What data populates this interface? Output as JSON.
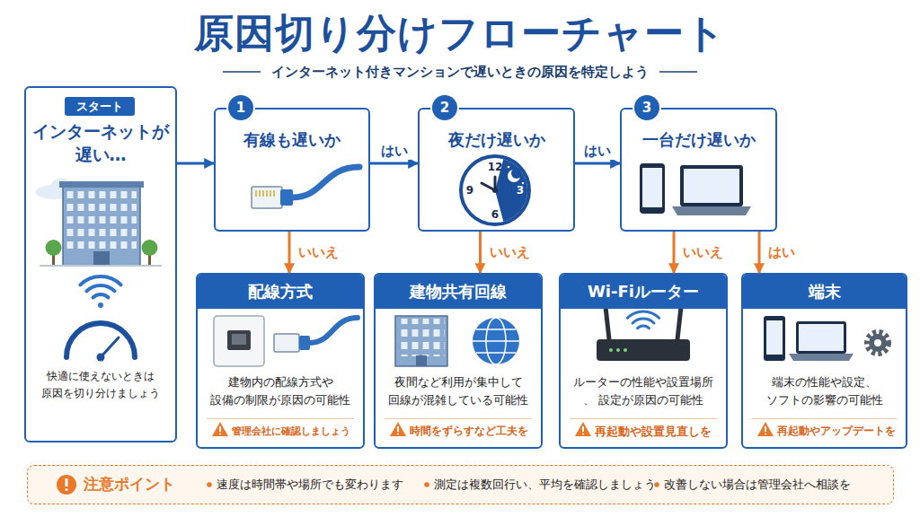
{
  "diagram": {
    "title": "原因切り分けフローチャート",
    "caption": "インターネット付きマンションで遅いときの原因を特定しよう",
    "nodes": [
      {
        "text": [
          "インターネットが 遅い…",
          "快適に使えないときは 原因を切り分けましょう"
        ]
      },
      {
        "text": [
          "スタート"
        ],
        "in": 0
      },
      {
        "text": [
          "有線も遅いか"
        ]
      },
      {
        "text": [
          "1"
        ],
        "in": 2
      },
      {
        "text": [
          "夜だけ遅いか"
        ]
      },
      {
        "text": [
          "2"
        ],
        "in": 4
      },
      {
        "text": [
          "一台だけ遅いか"
        ]
      },
      {
        "text": [
          "3"
        ],
        "in": 6
      },
      {
        "text": [
          "配線方式",
          "建物内の配線方式や 設備の制限が原因の可能性",
          "管理会社に確認しましょう"
        ]
      },
      {
        "text": [
          "建物共有回線",
          "夜間など利用が集中して 回線が混雑している可能性",
          "時間をずらすなど工夫を"
        ]
      },
      {
        "text": [
          "Wi-Fiルーター",
          "ルーターの性能や設置場所、 設定が原因の可能性",
          "再起動や設置見直しを"
        ]
      },
      {
        "text": [
          "端末",
          "端末の性能や設定、 ソフトの影響の可能性",
          "再起動やアップデートを"
        ]
      },
      {
        "text": [
          "注意ポイント",
          "速度は時間帯や場所でも変わります",
          "測定は複数回行い、平均を確認しましょう",
          "改善しない場合は管理会社へ相談を"
        ]
      }
    ],
    "edges": [
      {
        "from": 0,
        "to": 2,
        "arrow": "to"
      },
      {
        "from": 2,
        "to": 4,
        "label": "はい",
        "arrow": "to"
      },
      {
        "from": 4,
        "to": 6,
        "label": "はい",
        "arrow": "to"
      },
      {
        "from": 6,
        "to": 11,
        "label": "はい",
        "arrow": "to"
      },
      {
        "from": 2,
        "to": 8,
        "label": "いいえ",
        "arrow": "to"
      },
      {
        "from": 4,
        "to": 9,
        "label": "いいえ",
        "arrow": "to"
      },
      {
        "from": 6,
        "to": 10,
        "label": "いいえ",
        "arrow": "to"
      }
    ],
    "labels": [
      "12",
      "3",
      "6",
      "9"
    ]
  }
}
